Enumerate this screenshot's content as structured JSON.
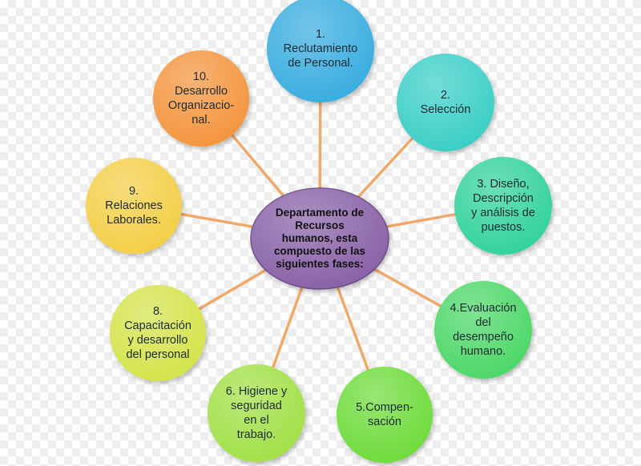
{
  "center": {
    "label": "Departamento de\nRecursos\nhumanos, esta\ncompuesto de las\nsiguientes fases:",
    "color": "#8a64a8"
  },
  "connector_color": "#f0a86b",
  "phases": [
    {
      "id": "reclutamiento",
      "label": "1.\nReclutamiento\nde Personal.",
      "color": "#3aaee0"
    },
    {
      "id": "seleccion",
      "label": "2.\nSelección",
      "color": "#3ccfc7"
    },
    {
      "id": "diseno",
      "label": "3. Diseño,\nDescripción\ny análisis de\npuestos.",
      "color": "#36d39c"
    },
    {
      "id": "evaluacion",
      "label": "4.Evaluación\ndel\ndesempeño\nhumano.",
      "color": "#4fd86a"
    },
    {
      "id": "compensacion",
      "label": "5.Compen-\nsación",
      "color": "#6fdc3e"
    },
    {
      "id": "higiene",
      "label": "6. Higiene y\nseguridad\nen el\ntrabajo.",
      "color": "#a3e04a"
    },
    {
      "id": "capacitacion",
      "label": "8.\nCapacitación\ny desarrollo\ndel personal",
      "color": "#d4e44e"
    },
    {
      "id": "relaciones",
      "label": "9.\nRelaciones\nLaborales.",
      "color": "#f4cf4a"
    },
    {
      "id": "desarrollo",
      "label": "10.\nDesarrollo\nOrganizacio-\nnal.",
      "color": "#f4963f"
    }
  ]
}
